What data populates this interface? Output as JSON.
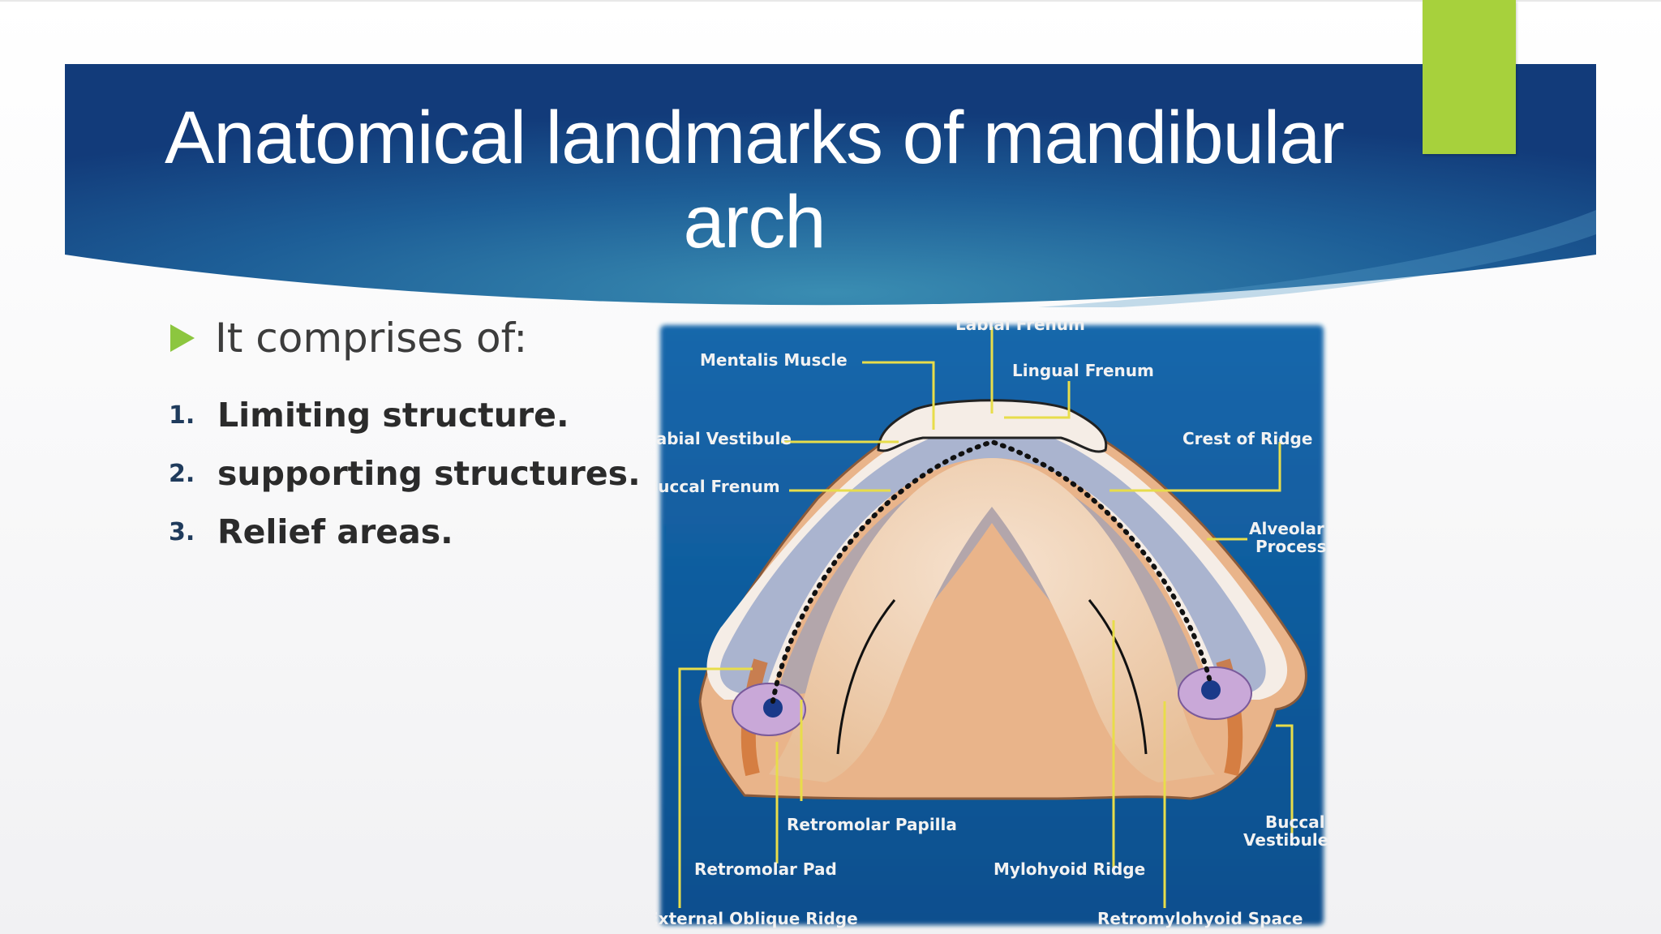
{
  "slide": {
    "title": "Anatomical landmarks of mandibular arch",
    "intro": "It comprises of:",
    "items": [
      {
        "number": "1.",
        "text": "Limiting structure."
      },
      {
        "number": "2.",
        "text": "supporting structures."
      },
      {
        "number": "3.",
        "text": "Relief areas."
      }
    ]
  },
  "diagram": {
    "labels": {
      "labial_frenum": "Labial Frenum",
      "mentalis_muscle": "Mentalis Muscle",
      "lingual_frenum": "Lingual Frenum",
      "labial_vestibule": "Labial Vestibule",
      "crest_of_ridge": "Crest of Ridge",
      "buccal_frenum": "Buccal Frenum",
      "alveolar_process_1": "Alveolar",
      "alveolar_process_2": "Process",
      "retromolar_papilla": "Retromolar Papilla",
      "buccal_vestibule_1": "Buccal",
      "buccal_vestibule_2": "Vestibule",
      "retromolar_pad": "Retromolar Pad",
      "mylohyoid_ridge": "Mylohyoid Ridge",
      "external_oblique_ridge": "External Oblique Ridge",
      "retromylohyoid_space": "Retromylohyoid Space"
    }
  },
  "colors": {
    "banner_dark": "#123b7a",
    "banner_light": "#3a8db2",
    "accent_green": "#a7d13c",
    "bullet_green": "#8cc63f",
    "diagram_bg": "#0f5aa0",
    "leader_lines": "#e8dd4a"
  }
}
